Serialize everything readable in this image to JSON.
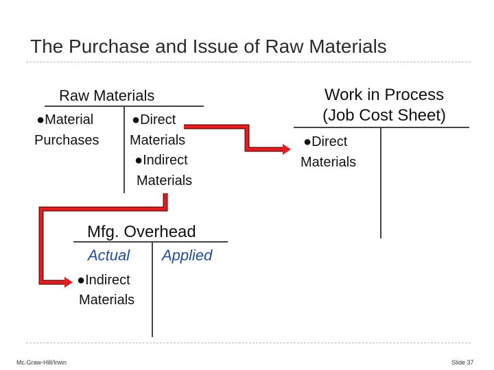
{
  "slide": {
    "title": "The Purchase and Issue of Raw Materials",
    "footer_left": "Mc.Graw-Hill/Irwin",
    "footer_right": "Slide 37"
  },
  "raw_materials": {
    "heading": "Raw Materials",
    "debit_1": "●Material",
    "debit_2": "Purchases",
    "credit_1": "●Direct",
    "credit_2": "Materials",
    "credit_3": "●Indirect",
    "credit_4": "Materials"
  },
  "wip": {
    "heading_1": "Work in Process",
    "heading_2": "(Job Cost Sheet)",
    "debit_1": "●Direct",
    "debit_2": "Materials"
  },
  "overhead": {
    "heading": "Mfg. Overhead",
    "left_label": "Actual",
    "right_label": "Applied",
    "debit_1": "●Indirect",
    "debit_2": "Materials"
  },
  "colors": {
    "arrow": "#e02020",
    "italic_blue": "#1f4e9c"
  }
}
